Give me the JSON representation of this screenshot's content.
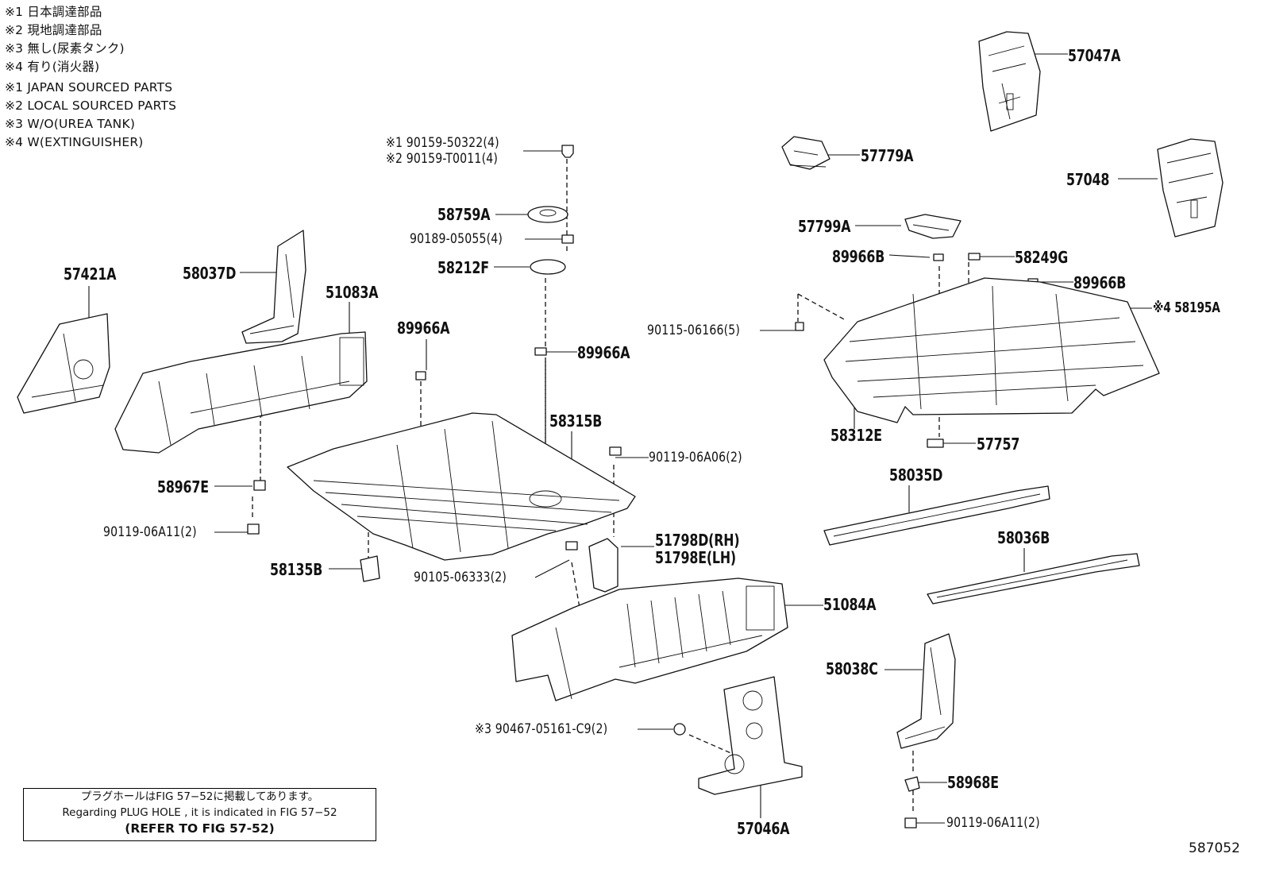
{
  "notes": [
    "※1 日本調達部品",
    "※2 現地調達部品",
    "※3 無し(尿素タンク)",
    "※4 有り(消火器)",
    "※1 JAPAN SOURCED PARTS",
    "※2 LOCAL SOURCED PARTS",
    "※3 W/O(UREA TANK)",
    "※4 W(EXTINGUISHER)"
  ],
  "callouts": {
    "p57047A": "57047A",
    "p57779A": "57779A",
    "p57048": "57048",
    "p57799A": "57799A",
    "p89966B_top": "89966B",
    "p58249G": "58249G",
    "p89966B_right": "89966B",
    "p58195A": "※4 58195A",
    "p90115": "90115-06166(5)",
    "p58312E": "58312E",
    "p57757": "57757",
    "p58035D": "58035D",
    "p58036B": "58036B",
    "p51084A": "51084A",
    "p58038C": "58038C",
    "p58968E": "58968E",
    "p90119_br": "90119-06A11(2)",
    "p57046A": "57046A",
    "p90467": "※3 90467-05161-C9(2)",
    "p57421A": "57421A",
    "p58037D": "58037D",
    "p51083A": "51083A",
    "p58967E": "58967E",
    "p90119_l": "90119-06A11(2)",
    "p58135B": "58135B",
    "p90159a": "※1 90159-50322(4)",
    "p90159b": "※2 90159-T0011(4)",
    "p58759A": "58759A",
    "p90189": "90189-05055(4)",
    "p58212F": "58212F",
    "p89966A_l": "89966A",
    "p89966A_r": "89966A",
    "p58315B": "58315B",
    "p90119_06A06": "90119-06A06(2)",
    "p51798D": "51798D(RH)",
    "p51798E": "51798E(LH)",
    "p90105": "90105-06333(2)"
  },
  "plug_hole": {
    "line1": "プラグホールはFIG 57−52に掲載してあります。",
    "line2": "Regarding PLUG HOLE , it is indicated in FIG 57−52",
    "line3": "(REFER TO FIG 57-52)"
  },
  "figure_id": "587052"
}
